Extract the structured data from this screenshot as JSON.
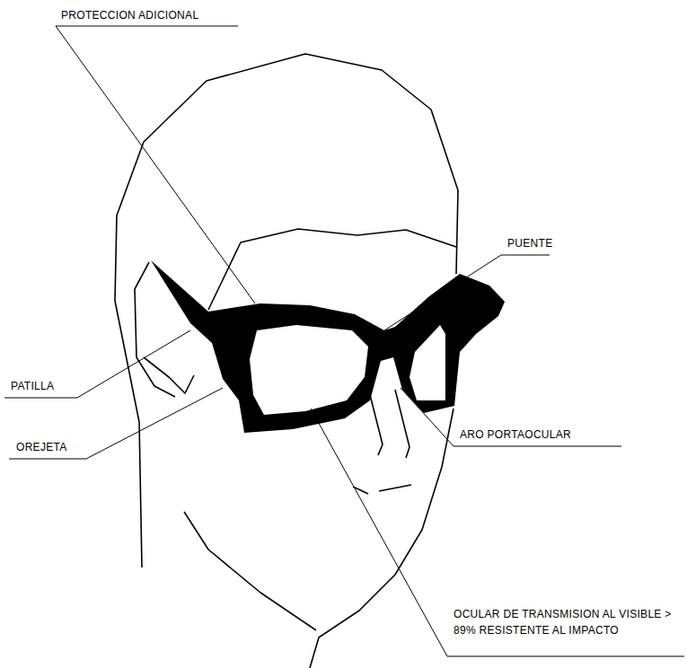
{
  "diagram": {
    "labels": [
      "PROTECCION ADICIONAL",
      "PUENTE",
      "PATILLA",
      "OREJETA",
      "ARO PORTAOCULAR",
      "OCULAR DE TRANSMISION AL VISIBLE > 89% RESISTENTE AL IMPACTO"
    ]
  }
}
